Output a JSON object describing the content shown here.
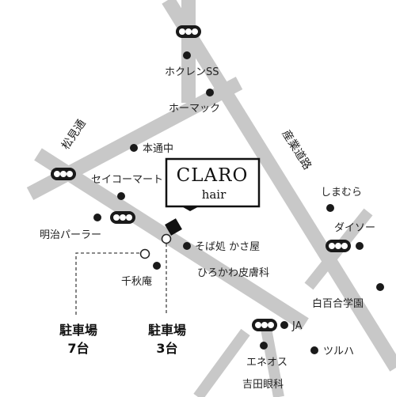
{
  "store": {
    "name": "CLARO",
    "sub": "hair"
  },
  "roads": {
    "matsumi": "松見通",
    "sangyo": "産業道路"
  },
  "landmarks": {
    "hokuren": "ホクレンSS",
    "homac": "ホーマック",
    "hondori": "本通中",
    "seicomart": "セイコーマート",
    "meiji": "明治パーラー",
    "soba": "そば処 かさ屋",
    "hirokawa": "ひろかわ皮膚科",
    "senshuan": "千秋庵",
    "shimamura": "しまむら",
    "daiso": "ダイソー",
    "shirayuri": "白百合学園",
    "ja": "JA",
    "tsuruha": "ツルハ",
    "eneos": "エネオス",
    "yoshida": "吉田眼科"
  },
  "parking": {
    "p7_line1": "駐車場",
    "p7_line2": "7台",
    "p3_line1": "駐車場",
    "p3_line2": "3台"
  },
  "colors": {
    "road": "#c8c8c8",
    "signal": "#1a1a1a",
    "poi": "#1a1a1a"
  }
}
